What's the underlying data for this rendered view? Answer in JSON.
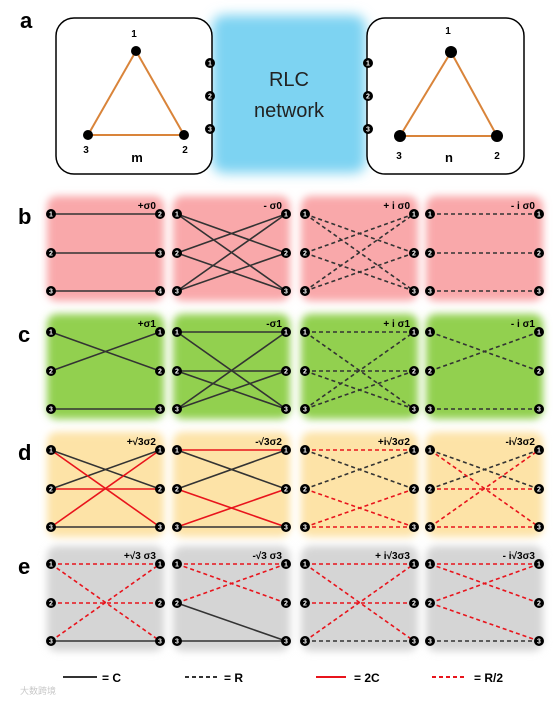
{
  "panel_a": {
    "letter": "a",
    "rlc_line1": "RLC",
    "rlc_line2": "network",
    "left_box": {
      "n1": "1",
      "n2": "2",
      "n3": "3",
      "name": "m"
    },
    "right_box": {
      "n1": "1",
      "n2": "2",
      "n3": "3",
      "name": "n"
    },
    "ports": [
      "1",
      "2",
      "3"
    ]
  },
  "rows": [
    {
      "letter": "b",
      "color": "#f9a8aa",
      "labels": [
        "+σ0",
        "- σ0",
        "+ i σ0",
        "- i σ0"
      ],
      "right_last": [
        "2",
        "3",
        "4"
      ]
    },
    {
      "letter": "c",
      "color": "#92d050",
      "labels": [
        "+σ1",
        "-σ1",
        "+ i σ1",
        "- i σ1"
      ]
    },
    {
      "letter": "d",
      "color": "#fde3a7",
      "labels": [
        "+√3σ2",
        "-√3σ2",
        "+i√3σ2",
        "-i√3σ2"
      ]
    },
    {
      "letter": "e",
      "color": "#d5d5d5",
      "labels": [
        "+√3 σ3",
        "-√3 σ3",
        "+ i√3σ3",
        "- i√3σ3"
      ]
    }
  ],
  "legend": [
    "= C",
    "= R",
    "= 2C",
    "= R/2"
  ],
  "watermark": "大数跨境",
  "colors": {
    "cap": "#333333",
    "red": "#e8141c",
    "rlc": "#7dd3f2",
    "edge": "#d9843a"
  }
}
